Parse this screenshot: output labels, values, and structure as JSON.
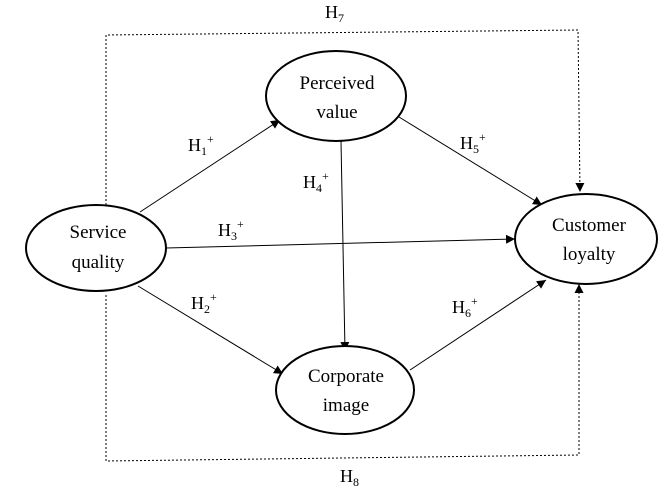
{
  "nodes": {
    "service_quality": {
      "line1": "Service",
      "line2": "quality"
    },
    "perceived_value": {
      "line1": "Perceived",
      "line2": "value"
    },
    "corporate_image": {
      "line1": "Corporate",
      "line2": "image"
    },
    "customer_loyalty": {
      "line1": "Customer",
      "line2": "loyalty"
    }
  },
  "hypotheses": {
    "h1": {
      "letter": "H",
      "num": "1",
      "sign": "+"
    },
    "h2": {
      "letter": "H",
      "num": "2",
      "sign": "+"
    },
    "h3": {
      "letter": "H",
      "num": "3",
      "sign": "+"
    },
    "h4": {
      "letter": "H",
      "num": "4",
      "sign": "+"
    },
    "h5": {
      "letter": "H",
      "num": "5",
      "sign": "+"
    },
    "h6": {
      "letter": "H",
      "num": "6",
      "sign": "+"
    },
    "h7": {
      "letter": "H",
      "num": "7",
      "sign": ""
    },
    "h8": {
      "letter": "H",
      "num": "8",
      "sign": ""
    }
  },
  "colors": {
    "stroke": "#000000",
    "background": "#ffffff"
  }
}
